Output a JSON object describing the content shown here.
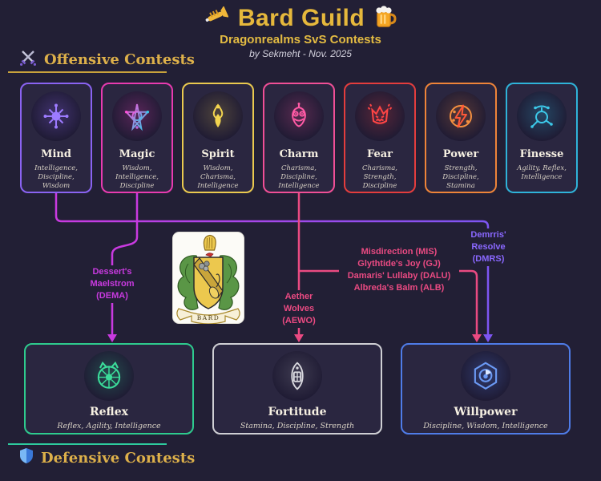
{
  "page": {
    "title": "Bard Guild",
    "subtitle": "Dragonrealms SvS Contests",
    "byline": "by Sekmeht -  Nov. 2025"
  },
  "sections": {
    "offensive_label": "Offensive Contests",
    "defensive_label": "Defensive Contests"
  },
  "icons": {
    "title_left": "trumpet-icon",
    "title_right": "beer-mug-icon",
    "offensive": "crossed-swords-icon",
    "defensive": "shield-icon"
  },
  "colors": {
    "background": "#221f35",
    "gold_accent": "#c8a23c",
    "teal_accent": "#2ecb9e",
    "dema_magenta": "#c93ae0",
    "pink": "#ea4a82",
    "violet": "#7d55f2"
  },
  "offensive_cards": [
    {
      "name": "Mind",
      "stats": "Intelligence, Discipline, Wisdom",
      "color": "#8a63f2",
      "icon": "neural-hub"
    },
    {
      "name": "Magic",
      "stats": "Wisdom, Intelligence, Discipline",
      "color": "#e83bb0",
      "icon": "pentagram-star"
    },
    {
      "name": "Spirit",
      "stats": "Wisdom, Charisma, Intelligence",
      "color": "#eac94f",
      "icon": "spirit-flame"
    },
    {
      "name": "Charm",
      "stats": "Charisma, Discipline, Intelligence",
      "color": "#f04f96",
      "icon": "smiling-face"
    },
    {
      "name": "Fear",
      "stats": "Charisma, Strength, Discipline",
      "color": "#e43d3d",
      "icon": "scared-face"
    },
    {
      "name": "Power",
      "stats": "Strength, Discipline, Stamina",
      "color": "#ee8439",
      "icon": "lightning-bolt"
    },
    {
      "name": "Finesse",
      "stats": "Agility, Reflex, Intelligence",
      "color": "#2fb3d9",
      "icon": "acrobat"
    }
  ],
  "defensive_cards": [
    {
      "name": "Reflex",
      "stats": "Reflex, Agility, Intelligence",
      "color": "#2ecb8e",
      "icon": "web-shield"
    },
    {
      "name": "Fortitude",
      "stats": "Stamina, Discipline, Strength",
      "color": "#cfcfd4",
      "icon": "oval-shield"
    },
    {
      "name": "Willpower",
      "stats": "Discipline, Wisdom, Intelligence",
      "color": "#4f7ce8",
      "icon": "hex-gem"
    }
  ],
  "connectors": {
    "dema": {
      "ability": "Dessert's Maelstrom (DEMA)",
      "from": "Magic",
      "to": "Reflex",
      "color": "#c93ae0",
      "lines": [
        "Dessert's",
        "Maelstrom",
        "(DEMA)"
      ]
    },
    "aewo": {
      "ability": "Aether Wolves (AEWO)",
      "from": "Charm",
      "to": "Fortitude",
      "color": "#ea4a82",
      "lines": [
        "Aether",
        "Wolves",
        "(AEWO)"
      ]
    },
    "charm_willpower": {
      "ability": "Misdirection (MIS), Glythtide's Joy (GJ), Damaris' Lullaby (DALU), Albreda's Balm (ALB)",
      "from": "Charm",
      "to": "Willpower",
      "color": "#ea4a82",
      "lines": [
        "Misdirection (MIS)",
        "Glythtide's Joy (GJ)",
        "Damaris' Lullaby (DALU)",
        "Albreda's Balm (ALB)"
      ]
    },
    "dmrs": {
      "ability": "Demrris' Resolve (DMRS)",
      "from": "Mind",
      "to": "Willpower",
      "color": "#7d55f2",
      "lines": [
        "Demrris'",
        "Resolve",
        "(DMRS)"
      ]
    }
  },
  "crest": {
    "banner": "BARD"
  }
}
